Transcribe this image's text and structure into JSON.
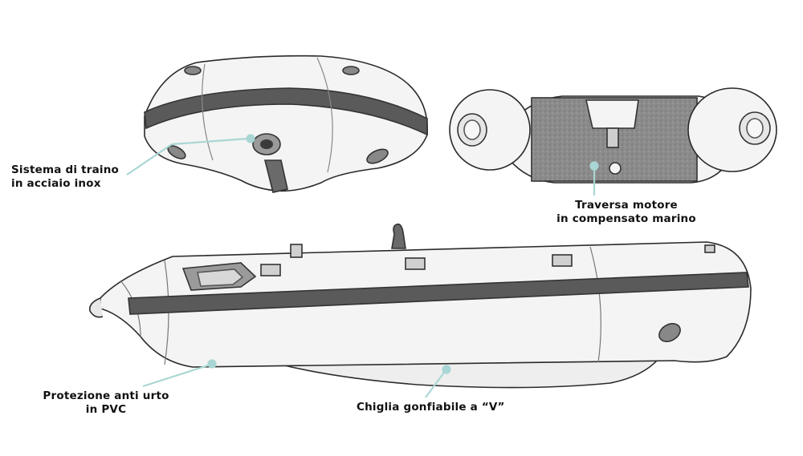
{
  "labels": {
    "towing_system": {
      "line1": "Sistema di traino",
      "line2": "in acciaio inox"
    },
    "motor_transom": {
      "line1": "Traversa motore",
      "line2": "in compensato marino"
    },
    "bumper_protection": {
      "line1": "Protezione anti urto",
      "line2": "in PVC"
    },
    "inflatable_keel": {
      "line1": "Chiglia gonfiabile a “V”"
    }
  },
  "colors": {
    "hull": "#f4f4f4",
    "outline": "#2a2a2a",
    "band": "#5a5a5a",
    "pointer": "#a9d6d4",
    "transom": "#8c8c8c"
  }
}
